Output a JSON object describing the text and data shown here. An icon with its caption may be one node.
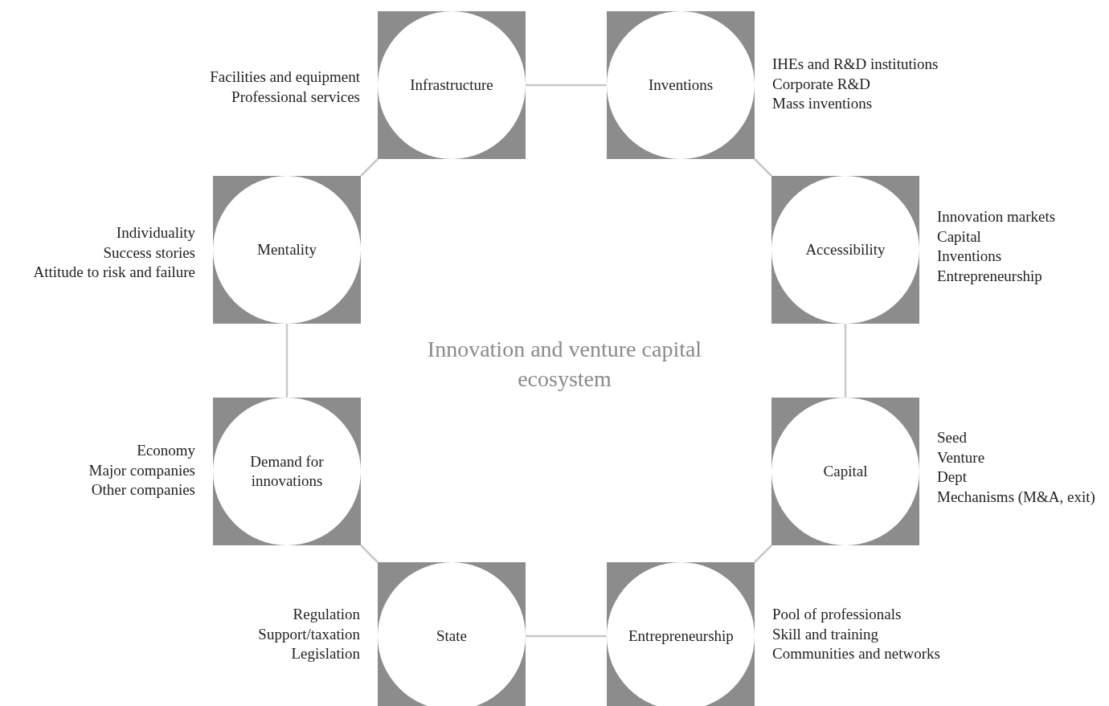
{
  "diagram": {
    "title": "Innovation and venture capital ecosystem",
    "nodes": [
      {
        "text": [
          "Infrastructure"
        ],
        "beside": [
          "Facilities and equipment",
          "Professional services"
        ]
      },
      {
        "text": [
          "Inventions"
        ],
        "beside": [
          "IHEs and R&D institutions",
          "Corporate R&D",
          "Mass inventions"
        ]
      },
      {
        "text": [
          "Mentality"
        ],
        "beside": [
          "Individuality",
          "Success stories",
          "Attitude to risk and failure"
        ]
      },
      {
        "text": [
          "Accessibility"
        ],
        "beside": [
          "Innovation markets",
          "Capital",
          "Inventions",
          "Entrepreneurship"
        ]
      },
      {
        "text": [
          "Demand for innovations"
        ],
        "beside": [
          "Economy",
          "Major companies",
          "Other companies"
        ]
      },
      {
        "text": [
          "Capital"
        ],
        "beside": [
          "Seed",
          "Venture",
          "Dept",
          "Mechanisms (M&A, exit)"
        ]
      },
      {
        "text": [
          "State"
        ],
        "beside": [
          "Regulation",
          "Support/taxation",
          "Legislation"
        ]
      },
      {
        "text": [
          "Entrepreneurship"
        ],
        "beside": [
          "Pool of professionals",
          "Skill and training",
          "Communities and networks"
        ]
      }
    ],
    "edges": [
      {
        "from": 0,
        "to": 1,
        "arrow": "none"
      },
      {
        "from": 1,
        "to": 3,
        "arrow": "none"
      },
      {
        "from": 3,
        "to": 5,
        "arrow": "none"
      },
      {
        "from": 5,
        "to": 7,
        "arrow": "none"
      },
      {
        "from": 7,
        "to": 6,
        "arrow": "none"
      },
      {
        "from": 6,
        "to": 4,
        "arrow": "none"
      },
      {
        "from": 4,
        "to": 2,
        "arrow": "none"
      },
      {
        "from": 2,
        "to": 0,
        "arrow": "none"
      }
    ]
  }
}
